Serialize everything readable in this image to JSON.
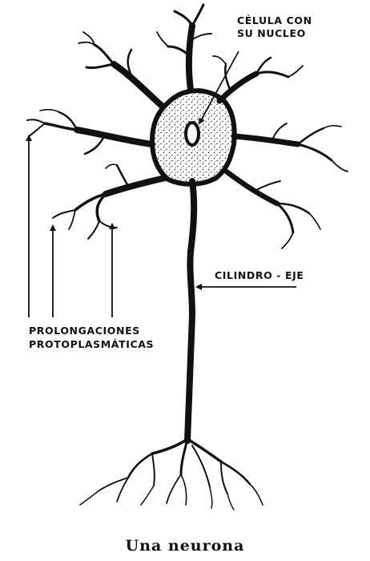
{
  "labels": {
    "cell_line1": "CÉLULA CON",
    "cell_line2": "SU NUCLEO",
    "axon": "CILINDRO - EJE",
    "dendrites_line1": "PROLONGACIONES",
    "dendrites_line2": "PROTOPLASMÁTICAS"
  },
  "caption": "Una neurona",
  "colors": {
    "ink": "#111111",
    "background": "#ffffff"
  }
}
